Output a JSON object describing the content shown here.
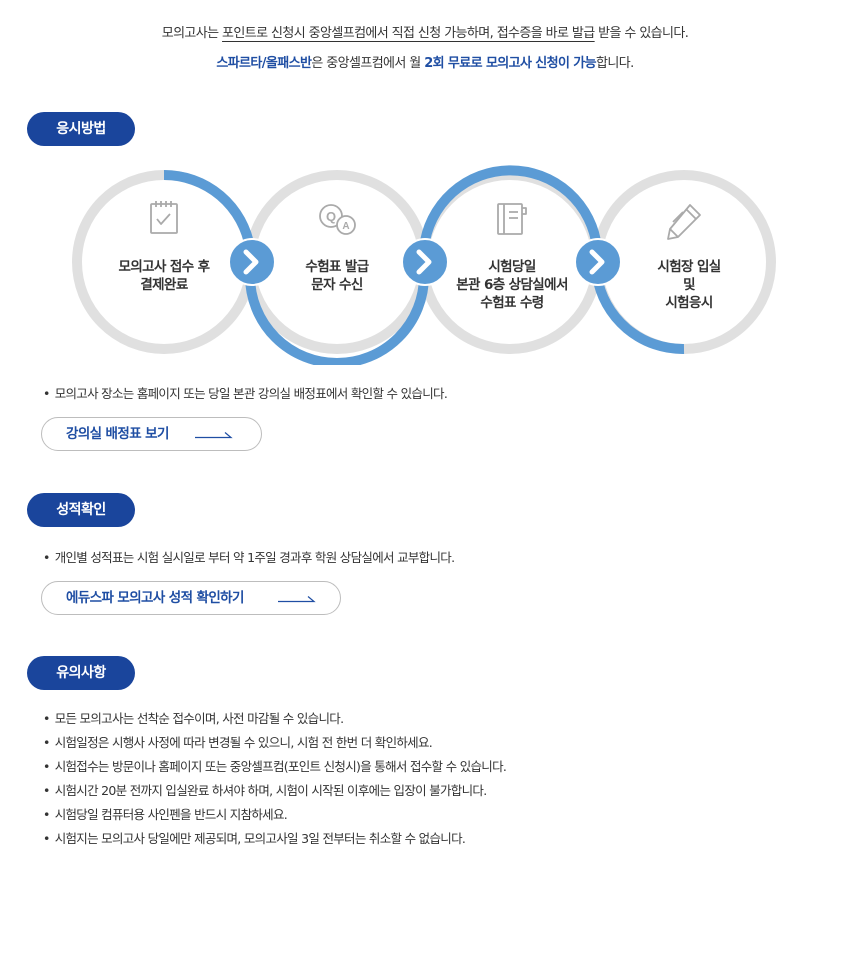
{
  "intro": {
    "line1_a": "모의고사는 ",
    "line1_b": "포인트로 신청시 중앙셀프컴에서 직접 신청 가능하며, 접수증을 바로 발급",
    "line1_c": " 받을 수 있습니다.",
    "line2_a": "스파르타/올패스반",
    "line2_b": "은 중앙셀프컴에서 월 ",
    "line2_c": "2회 무료로 모의고사 신청이 가능",
    "line2_d": "합니다."
  },
  "sections": {
    "apply": "응시방법",
    "score": "성적확인",
    "notice": "유의사항"
  },
  "steps": [
    {
      "icon": "checklist-icon",
      "line1": "모의고사 접수 후",
      "line2": "결제완료",
      "line3": ""
    },
    {
      "icon": "qa-icon",
      "line1": "수험표 발급",
      "line2": "문자 수신",
      "line3": ""
    },
    {
      "icon": "notebook-icon",
      "line1": "시험당일",
      "line2": "본관 6층 상담실에서",
      "line3": "수험표 수령"
    },
    {
      "icon": "pencil-icon",
      "line1": "시험장 입실",
      "line2": "및",
      "line3": "시험응시"
    }
  ],
  "apply_note": "모의고사 장소는 홈페이지 또는 당일 본관 강의실 배정표에서 확인할 수 있습니다.",
  "apply_button": "강의실 배정표 보기",
  "score_note": "개인별 성적표는 시험 실시일로 부터 약 1주일 경과후 학원 상담실에서 교부합니다.",
  "score_button": "에듀스파 모의고사 성적 확인하기",
  "notices": [
    "모든 모의고사는 선착순 접수이며, 사전 마감될 수 있습니다.",
    "시험일정은 시행사 사정에 따라 변경될 수 있으니, 시험 전 한번 더 확인하세요.",
    "시험접수는 방문이나 홈페이지 또는 중앙셀프컴(포인트 신청시)을 통해서 접수할 수 있습니다.",
    "시험시간 20분 전까지 입실완료 하셔야 하며, 시험이 시작된 이후에는 입장이 불가합니다.",
    "시험당일 컴퓨터용 사인펜을 반드시 지참하세요.",
    "시험지는 모의고사 당일에만 제공되며, 모의고사일 3일 전부터는 취소할 수 없습니다."
  ],
  "colors": {
    "brand": "#1a459c",
    "accent_text": "#1f4ea3",
    "ring_blue": "#5b9bd5",
    "ring_gray": "#e0e0e0"
  }
}
